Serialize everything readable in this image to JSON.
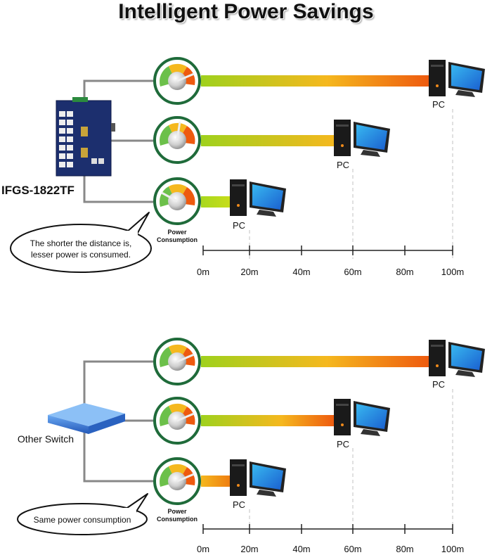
{
  "title": "Intelligent Power Savings",
  "top_section": {
    "device_label": "IFGS-1822TF",
    "pc_label": "PC",
    "meter_caption_line1": "Power",
    "meter_caption_line2": "Consumption",
    "callout": [
      "The shorter the distance is,",
      "lesser power is consumed."
    ],
    "axis_ticks": [
      "0m",
      "20m",
      "40m",
      "60m",
      "80m",
      "100m"
    ]
  },
  "bottom_section": {
    "device_label": "Other Switch",
    "pc_label": "PC",
    "meter_caption_line1": "Power",
    "meter_caption_line2": "Consumption",
    "callout": [
      "Same power consumption"
    ],
    "axis_ticks": [
      "0m",
      "20m",
      "40m",
      "60m",
      "80m",
      "100m"
    ]
  },
  "colors": {
    "meter_ring": "#1f6b3a",
    "gradient_start": "#9fd11d",
    "gradient_mid": "#f5b81e",
    "gradient_end": "#ee5a0f",
    "switch_blue": "#2f6fd0"
  }
}
